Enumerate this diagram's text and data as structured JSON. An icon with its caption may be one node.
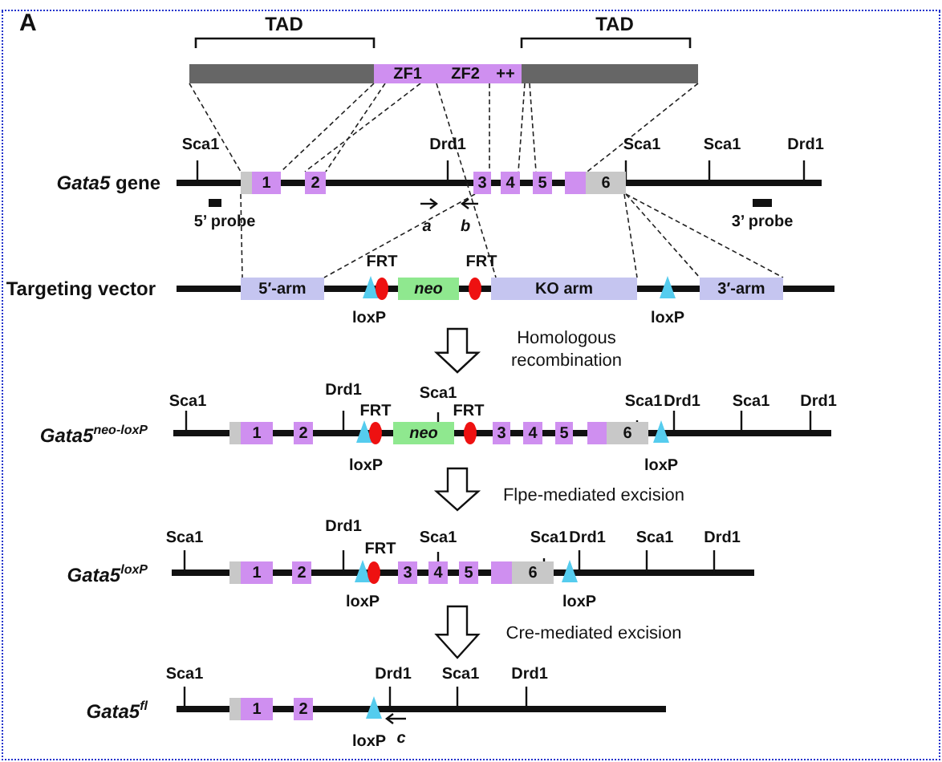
{
  "diagram": {
    "nodes": [
      {
        "text": [],
        "shape": "bar"
      },
      {
        "text": [
          "ZF1"
        ]
      },
      {
        "text": [
          "ZF2"
        ]
      },
      {
        "text": [
          "++"
        ]
      },
      {
        "text": [],
        "shape": "bar"
      },
      {
        "text": [
          "1"
        ]
      },
      {
        "text": [
          "2"
        ]
      },
      {
        "text": [
          "3"
        ]
      },
      {
        "text": [
          "4"
        ]
      },
      {
        "text": [
          "5"
        ]
      },
      {
        "text": [
          "6"
        ]
      },
      {
        "text": [
          "5′-arm"
        ]
      },
      {
        "text": [
          "neo"
        ]
      },
      {
        "text": [
          "KO arm"
        ]
      },
      {
        "text": [
          "3′-arm"
        ]
      },
      {
        "text": [
          "1"
        ]
      },
      {
        "text": [
          "2"
        ]
      },
      {
        "text": [
          "neo"
        ]
      },
      {
        "text": [
          "3"
        ]
      },
      {
        "text": [
          "4"
        ]
      },
      {
        "text": [
          "5"
        ]
      },
      {
        "text": [
          "6"
        ]
      },
      {
        "text": [
          "1"
        ]
      },
      {
        "text": [
          "2"
        ]
      },
      {
        "text": [
          "3"
        ]
      },
      {
        "text": [
          "4"
        ]
      },
      {
        "text": [
          "5"
        ]
      },
      {
        "text": [
          "6"
        ]
      },
      {
        "text": [
          "1"
        ]
      },
      {
        "text": [
          "2"
        ]
      }
    ],
    "edges": [
      {
        "from": 0,
        "to": 5,
        "arrow": "none",
        "style": "dashed"
      },
      {
        "from": 1,
        "to": 5,
        "arrow": "none",
        "style": "dashed"
      },
      {
        "from": 1,
        "to": 6,
        "arrow": "none",
        "style": "dashed"
      },
      {
        "from": 1,
        "to": 6,
        "arrow": "none",
        "style": "dashed"
      },
      {
        "from": 1,
        "to": 13,
        "arrow": "none",
        "style": "dashed"
      },
      {
        "from": 3,
        "to": 7,
        "arrow": "none",
        "style": "dashed"
      },
      {
        "from": 4,
        "to": 8,
        "arrow": "none",
        "style": "dashed"
      },
      {
        "from": 4,
        "to": 9,
        "arrow": "none",
        "style": "dashed"
      },
      {
        "from": 4,
        "to": 10,
        "arrow": "none",
        "style": "dashed"
      },
      {
        "from": 5,
        "to": 11,
        "arrow": "none",
        "style": "dashed"
      },
      {
        "from": 7,
        "to": 11,
        "arrow": "none",
        "style": "dashed"
      },
      {
        "from": 10,
        "to": 13,
        "arrow": "none",
        "style": "dashed"
      },
      {
        "from": 10,
        "to": 14,
        "arrow": "none",
        "style": "dashed"
      },
      {
        "from": 10,
        "to": 14,
        "arrow": "none",
        "style": "dashed"
      },
      {
        "from": 12,
        "to": 17,
        "arrow": "to",
        "label": "Homologous recombination"
      },
      {
        "from": 17,
        "to": 25,
        "arrow": "to",
        "label": "Flpe-mediated excision"
      },
      {
        "from": 25,
        "to": null,
        "arrow": "to",
        "label": "Cre-mediated excision"
      }
    ],
    "labels": [
      "A",
      "TAD",
      "TAD",
      "Sca1",
      "Drd1",
      "Sca1",
      "Sca1",
      "Drd1",
      "*Gata5* gene",
      "5’ probe",
      "a",
      "b",
      "3’ probe",
      "FRT",
      "FRT",
      "Targeting vector",
      "loxP",
      "loxP",
      "Sca1",
      "Drd1",
      "Sca1",
      "FRT",
      "FRT",
      "Sca1",
      "Drd1",
      "Sca1",
      "Drd1",
      "*Gata5*$^{neo-loxP}$",
      "loxP",
      "loxP",
      "Sca1",
      "Drd1",
      "FRT",
      "Sca1",
      "Sca1",
      "Drd1",
      "Sca1",
      "Drd1",
      "*Gata5*$^{loxP}$",
      "loxP",
      "loxP",
      "Sca1",
      "Drd1",
      "Sca1",
      "Drd1",
      "*Gata5*$^{fl}$",
      "loxP",
      "c"
    ]
  }
}
